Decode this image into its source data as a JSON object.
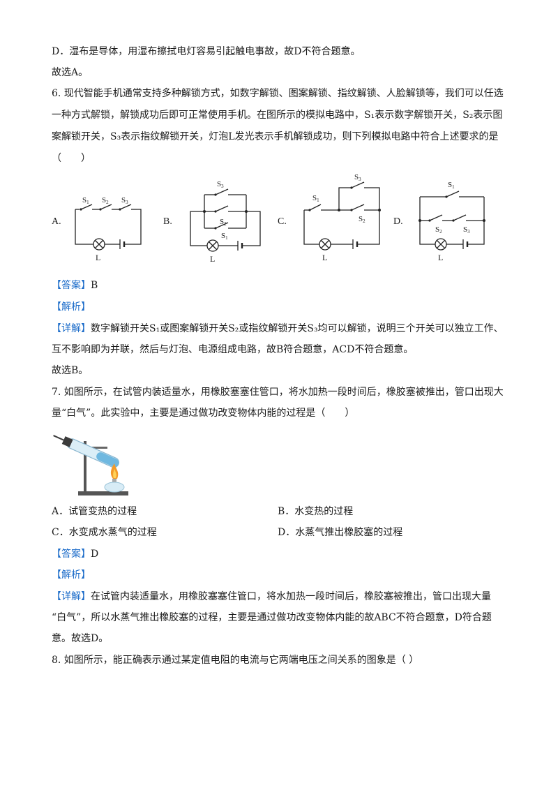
{
  "prev": {
    "line_d": "D．湿布是导体，用湿布擦拭电灯容易引起触电事故，故D不符合题意。",
    "choose": "故选A。"
  },
  "q6": {
    "l1": "6. 现代智能手机通常支持多种解锁方式，如数字解锁、图案解锁、指纹解锁、人脸解锁等，我们可以任选",
    "l2": "一种方式解锁，解锁成功后即可正常使用手机。在图所示的模拟电路中，S₁表示数字解锁开关，S₂表示图",
    "l3": "案解锁开关，S₃表示指纹解锁开关，灯泡L发光表示手机解锁成功，则下列模拟电路中符合上述要求的是",
    "l4": "（　　）",
    "opt_labels": [
      "A.",
      "B.",
      "C.",
      "D."
    ],
    "circuit_labels": {
      "s1": "S",
      "s2": "S",
      "s3": "S",
      "sub1": "1",
      "sub2": "2",
      "sub3": "3",
      "lamp": "L"
    },
    "answer_tag": "【答案】",
    "answer": "B",
    "analysis_tag": "【解析】",
    "detail_tag": "【详解】",
    "detail_l1": "数字解锁开关S₁或图案解锁开关S₂或指纹解锁开关S₃均可以解锁，说明三个开关可以独立工作、",
    "detail_l2": "互不影响即为并联，然后与灯泡、电源组成电路，故B符合题意，ACD不符合题意。",
    "choose": "故选B。"
  },
  "q7": {
    "l1": "7. 如图所示，在试管内装适量水，用橡胶塞塞住管口，将水加热一段时间后，橡胶塞被推出，管口出现大",
    "l2": "量“白气”。此实验中，主要是通过做功改变物体内能的过程是（　　）",
    "options": {
      "a": "A．试管变热的过程",
      "b": "B．水变热的过程",
      "c": "C．水变成水蒸气的过程",
      "d": "D．水蒸气推出橡胶塞的过程"
    },
    "answer_tag": "【答案】",
    "answer": "D",
    "analysis_tag": "【解析】",
    "detail_tag": "【详解】",
    "detail_l1": "在试管内装适量水，用橡胶塞塞住管口，将水加热一段时间后，橡胶塞被推出，管口出现大量",
    "detail_l2": "“白气”，所以水蒸气推出橡胶塞的过程，主要是通过做功改变物体内能的故ABC不符合题意，D符合题",
    "detail_l3": "意。故选D。"
  },
  "q8": {
    "l1": "8. 如图所示，能正确表示通过某定值电阻的电流与它两端电压之间关系的图象是（ ）"
  }
}
